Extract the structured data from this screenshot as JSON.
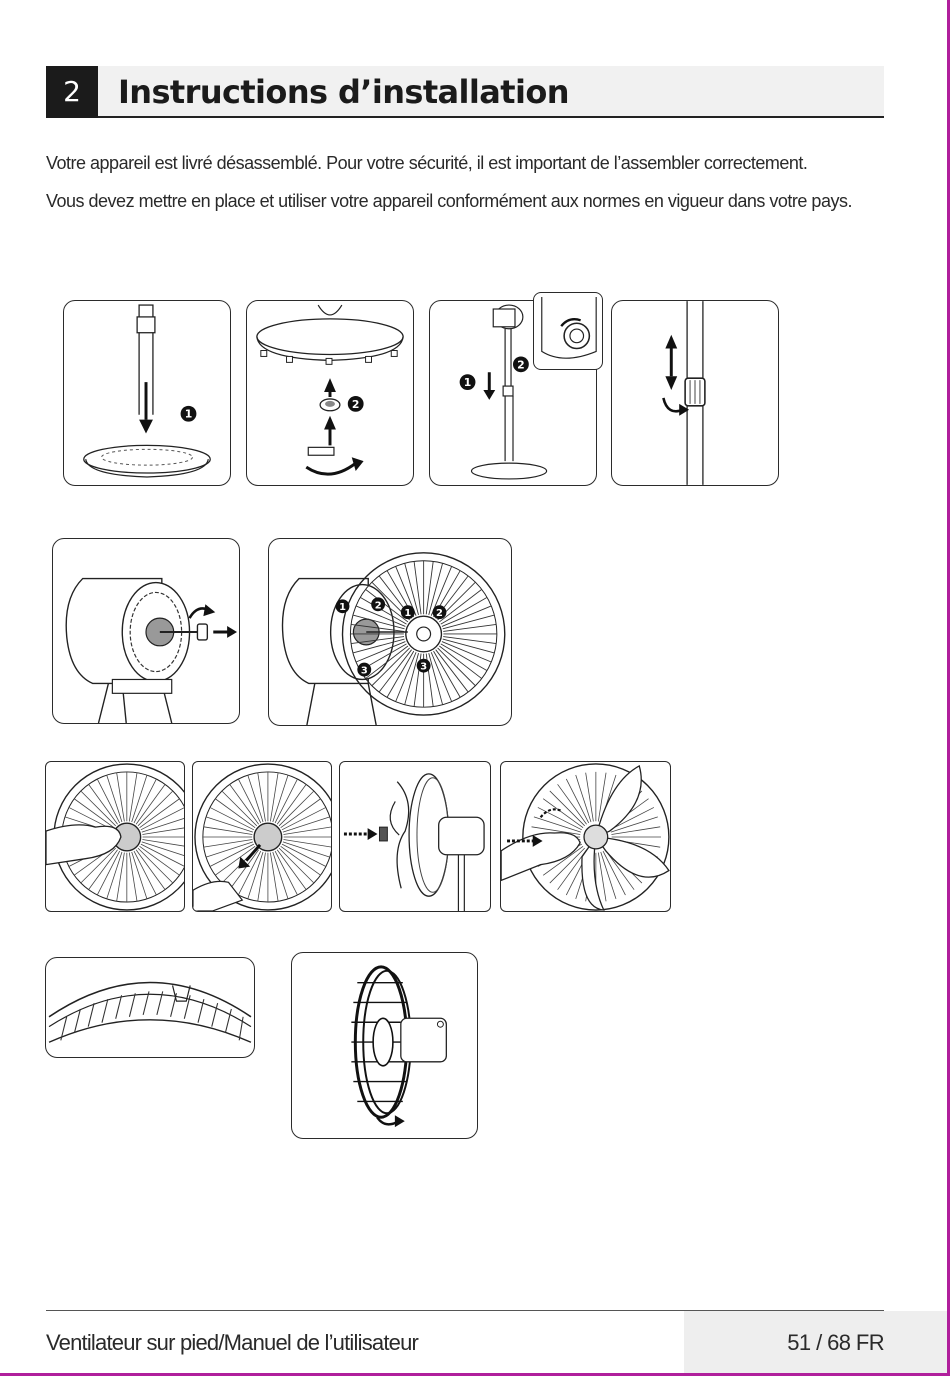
{
  "section": {
    "number": "2",
    "title": "Instructions d’installation"
  },
  "paragraphs": [
    "Votre appareil est livré désassemblé. Pour votre sécurité, il est important de l’assembler correctement.",
    "Vous devez mettre en place et utiliser votre appareil conformément aux normes en vigueur dans votre pays."
  ],
  "figure_markers": [
    "1",
    "2",
    "3"
  ],
  "footer": {
    "left": "Ventilateur sur pied/Manuel de l’utilisateur",
    "right": "51 / 68 FR"
  }
}
